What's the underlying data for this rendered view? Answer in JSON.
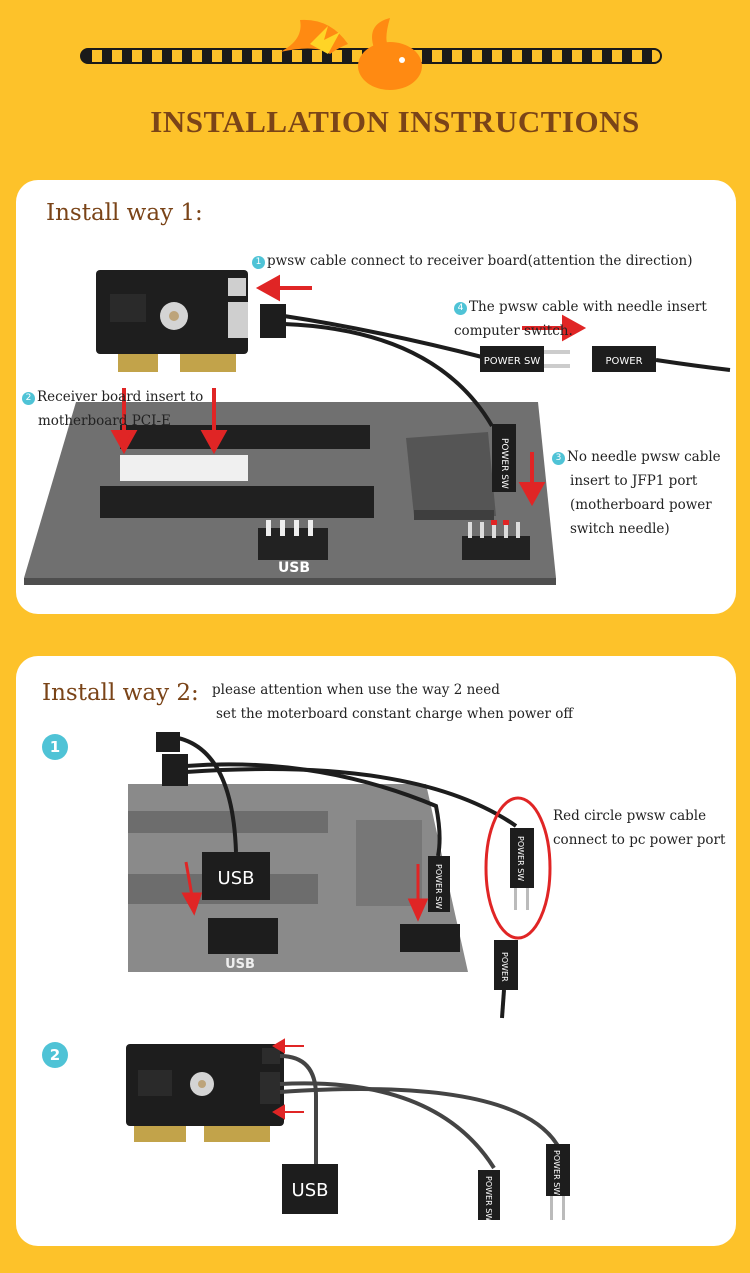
{
  "header": {
    "title": "INSTALLATION INSTRUCTIONS"
  },
  "way1": {
    "title": "Install way 1:",
    "steps": [
      {
        "num": "1",
        "text": "pwsw cable connect to receiver board(attention the direction)"
      },
      {
        "num": "2",
        "line1": "Receiver board insert to",
        "line2": "motherboard PCI-E"
      },
      {
        "num": "3",
        "line1": "No needle pwsw cable",
        "line2": "insert to JFP1 port",
        "line3": "(motherboard power",
        "line4": "switch needle)"
      },
      {
        "num": "4",
        "line1": "The pwsw cable with needle insert",
        "line2": "computer switch."
      }
    ],
    "labels": {
      "power_sw": "POWER SW",
      "power": "POWER",
      "usb": "USB"
    }
  },
  "way2": {
    "title": "Install way 2:",
    "note_line1": "please attention when use the way 2 need",
    "note_line2": "set the moterboard constant charge when power off",
    "red_circle_line1": "Red circle pwsw cable",
    "red_circle_line2": "connect to pc power port",
    "step1": "1",
    "step2": "2",
    "labels": {
      "usb": "USB",
      "power_sw": "POWER SW",
      "power": "POWER"
    }
  },
  "colors": {
    "background": "#fdc22a",
    "title": "#7a4418",
    "badge": "#4fc3d6",
    "arrow": "#e02525"
  }
}
